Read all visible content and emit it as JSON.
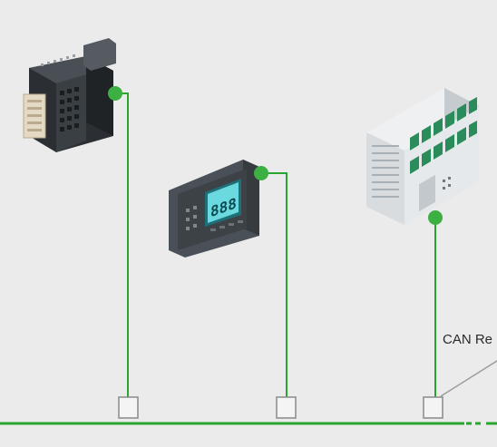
{
  "diagram": {
    "colors": {
      "background": "#ebebeb",
      "bus": "#2aa52f",
      "node": "#3cb043",
      "tap_fill": "#f4f4f4",
      "tap_stroke": "#8a8a8a",
      "leader": "#9a9a9a"
    },
    "devices": [
      {
        "name": "io-module-device",
        "icon": "dark-io-module"
      },
      {
        "name": "display-controller-device",
        "icon": "lcd-display-unit"
      },
      {
        "name": "plc-controller-device",
        "icon": "white-plc-module"
      }
    ],
    "callout_label": "CAN Re"
  }
}
